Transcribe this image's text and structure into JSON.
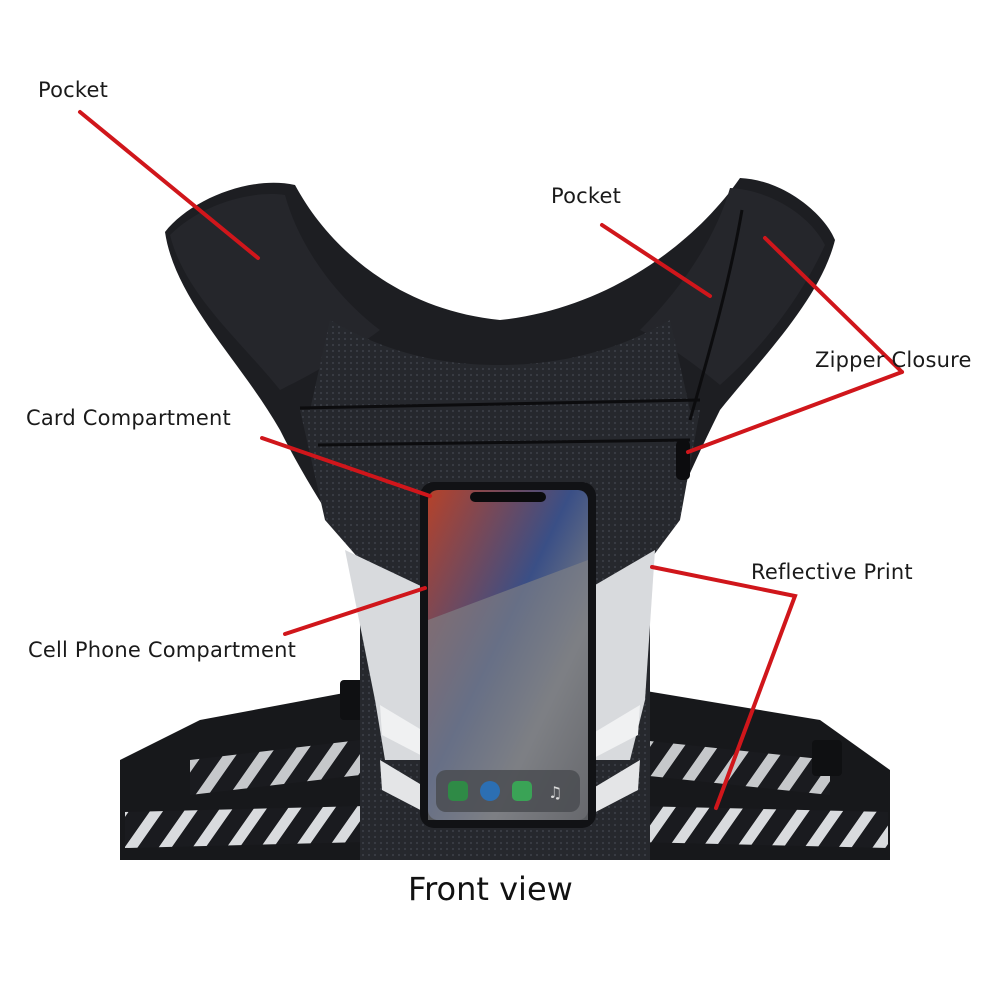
{
  "labels": {
    "pocket_left": "Pocket",
    "pocket_right": "Pocket",
    "zipper_closure": "Zipper Closure",
    "card_compartment": "Card Compartment",
    "reflective_print": "Reflective Print",
    "cell_phone_compartment": "Cell Phone Compartment"
  },
  "caption": "Front view",
  "colors": {
    "leader_line": "#d0161b",
    "vest": "#1d1e22",
    "vest_mesh": "#2a2c31",
    "reflective": "#d6d8db",
    "background": "#ffffff"
  },
  "icons": [
    "phone-app-icon",
    "browser-app-icon",
    "message-app-icon",
    "music-app-icon"
  ]
}
